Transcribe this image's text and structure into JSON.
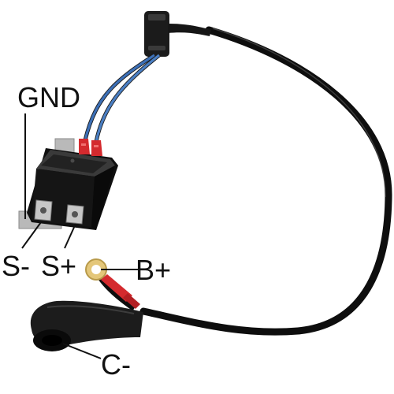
{
  "labels": {
    "gnd": "GND",
    "s_minus": "S-",
    "s_plus": "S+",
    "b_plus": "B+",
    "c_minus": "C-"
  },
  "colors": {
    "module_body": "#151515",
    "module_top": "#2a2a2a",
    "mount_plate": "#b9b9b9",
    "terminal_metal": "#c7c7c7",
    "wire_blue": "#3c6fb6",
    "wire_black": "#0e0e0e",
    "connector_red": "#d42a2e",
    "ring_terminal": "#e4c77a",
    "boot": "#1c1c1c",
    "leader_line": "#111111"
  }
}
